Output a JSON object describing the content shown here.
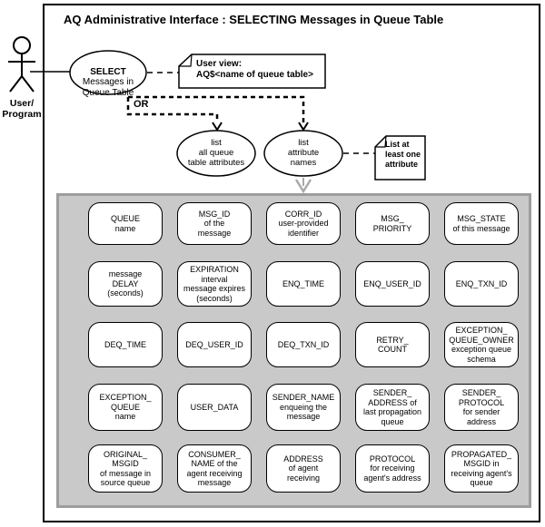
{
  "title": "AQ Administrative Interface : SELECTING Messages in Queue Table",
  "actor": {
    "label": "User/\nProgram"
  },
  "main_ellipse": {
    "keyword": "SELECT",
    "rest": "Messages in\nQueue Table"
  },
  "user_view_note": {
    "heading": "User view:",
    "body": "AQ$<name of queue table>"
  },
  "or_label": "OR",
  "list_all_ellipse": {
    "text": "list\nall queue\ntable attributes"
  },
  "list_names_ellipse": {
    "text": "list\nattribute\nnames"
  },
  "attribute_note": {
    "text": "List at\nleast one\nattribute"
  },
  "colors": {
    "panel_fill": "#c9c9c9",
    "panel_border": "#9d9d9d",
    "gray_arrow": "#a9a9a9",
    "line": "#000000",
    "box_fill": "#ffffff"
  },
  "grid": {
    "cells": [
      "QUEUE\nname",
      "MSG_ID\nof the\nmessage",
      "CORR_ID\nuser-provided\nidentifier",
      "MSG_\nPRIORITY",
      "MSG_STATE\nof this message",
      "message\nDELAY\n(seconds)",
      "EXPIRATION\ninterval\nmessage expires\n(seconds)",
      "ENQ_TIME",
      "ENQ_USER_ID",
      "ENQ_TXN_ID",
      "DEQ_TIME",
      "DEQ_USER_ID",
      "DEQ_TXN_ID",
      "RETRY_\nCOUNT",
      "EXCEPTION_\nQUEUE_OWNER\nexception queue\nschema",
      "EXCEPTION_\nQUEUE\nname",
      "USER_DATA",
      "SENDER_NAME\nenqueing the\nmessage",
      "SENDER_\nADDRESS of\nlast propagation\nqueue",
      "SENDER_\nPROTOCOL\nfor sender\naddress",
      "ORIGINAL_\nMSGID\nof message in\nsource queue",
      "CONSUMER_\nNAME of the\nagent receiving\nmessage",
      "ADDRESS\nof agent\nreceiving",
      "PROTOCOL\nfor receiving\nagent's address",
      "PROPAGATED_\nMSGID in\nreceiving agent's\nqueue"
    ]
  }
}
